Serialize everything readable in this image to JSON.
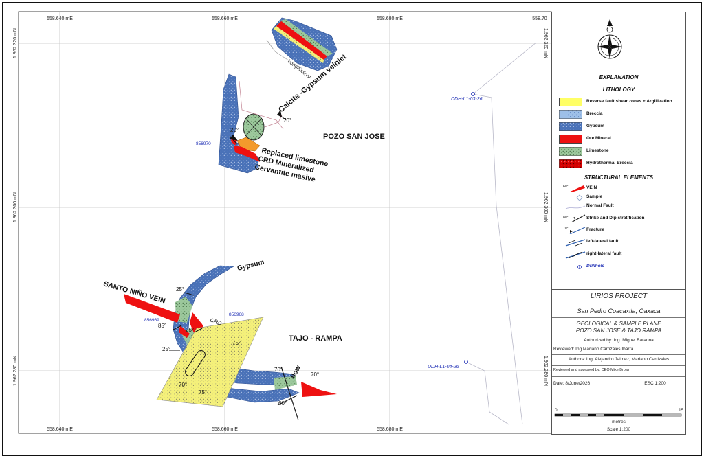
{
  "map": {
    "grid_labels_top": [
      "558.640 mE",
      "558.660 mE",
      "558.680 mE",
      "558.70"
    ],
    "grid_labels_bottom": [
      "558.640 mE",
      "558.660 mE",
      "558.680 mE"
    ],
    "grid_labels_left": [
      "1.962.320 mN",
      "1.962.300 mN",
      "1.962.280 mN"
    ],
    "grid_labels_right": [
      "1.962.320 mN",
      "1.962.300 mN",
      "1.962.280 mN"
    ],
    "labels": {
      "longitudinal": "Longitudinal",
      "calcite_gypsum": "Calcite -Gypsum veinlet",
      "pozo_san_jose": "POZO SAN JOSE",
      "replaced_limestone": "Replaced limestone",
      "crd_mineralized": "CRD Mineralized",
      "cervantite": "Cervantite masive",
      "gypsum": "Gypsum",
      "santo_nino_vein": "SANTO NIÑO VEIN",
      "crd": "CRD",
      "tajo_rampa": "TAJO - RAMPA",
      "flow": "flow",
      "sample_856970": "856970",
      "sample_856969": "856969",
      "sample_856968": "856968",
      "drillhole_1": "DDH-L1-03-26",
      "drillhole_2": "DDH-L1-04-26"
    },
    "angles": {
      "a70_top": "70°",
      "a20": "20°",
      "a25_upper": "25°",
      "a85": "85°",
      "a25_crd": "25°",
      "a25_left": "25°",
      "a75_upper": "75°",
      "a70_mid": "70°",
      "a75_lower": "75°",
      "a70_flow": "70°",
      "a70_tip": "70°",
      "a60": "60°"
    }
  },
  "legend": {
    "explanation": "EXPLANATION",
    "lithology": "LITHOLOGY",
    "lithology_items": [
      {
        "label": "Reverse fault shear zones + Argillization",
        "color": "#ffff66"
      },
      {
        "label": "Breccia",
        "color": "#9ec0e8"
      },
      {
        "label": "Gypsum",
        "color": "#4a72b8"
      },
      {
        "label": "Ore Mineral",
        "color": "#ee1111"
      },
      {
        "label": "Limestone",
        "color": "#9cc89c"
      },
      {
        "label": "Hydrothermal Breccia",
        "color": "#d40000"
      }
    ],
    "structural": "STRUCTURAL ELEMENTS",
    "vein_angle": "60°",
    "strike_angle": "80°",
    "fracture_angle": "70°",
    "structural_items": [
      {
        "label": "VEIN",
        "icon": "vein-symbol"
      },
      {
        "label": "Sample",
        "icon": "sample-symbol"
      },
      {
        "label": "Normal Fault",
        "icon": "normal-fault-symbol"
      },
      {
        "label": "Strike and Dip stratification",
        "icon": "strike-dip-symbol"
      },
      {
        "label": "Fracture",
        "icon": "fracture-symbol"
      },
      {
        "label": "left-lateral fault",
        "icon": "left-lateral-fault-symbol"
      },
      {
        "label": "right-lateral fault",
        "icon": "right-lateral-fault-symbol"
      },
      {
        "label": "Drillhole",
        "icon": "drillhole-symbol"
      }
    ]
  },
  "title_block": {
    "project": "LIRIOS PROJECT",
    "location": "San Pedro Coacaxtla, Oaxaca",
    "plane_title": "GEOLOGICAL  & SAMPLE PLANE",
    "plane_subtitle": "POZO SAN JOSE & TAJO RAMPA",
    "authorized": "Authorized by:  Ing. Miguel Baraona",
    "reviewed": "Reviewed: Ing Mariano Carrizales Ibarra",
    "authors": "Authors: Ing. Alejandro Jaimez, Mariano Carrizales",
    "approved": "Reviewed and approved by: CEO Mike Brown",
    "date": "Date: 8/June/2026",
    "esc": "ESC 1:200",
    "scale_min": "0",
    "scale_max": "15",
    "scale_unit": "metres",
    "scale_text": "Scale 1:200"
  },
  "colors": {
    "gypsum": "#4a72b8",
    "breccia": "#9ec0e8",
    "limestone": "#9cc89c",
    "ore": "#ee1111",
    "shear": "#ffff66",
    "replaced": "#f39a2c",
    "drillhole_text": "#1f2fb5"
  }
}
